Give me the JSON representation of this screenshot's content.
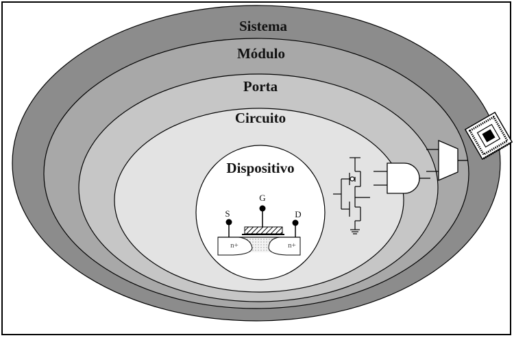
{
  "levels": {
    "system": "Sistema",
    "module": "Módulo",
    "gate": "Porta",
    "circuit": "Circuito",
    "device": "Dispositivo"
  },
  "terminals": {
    "source": "S",
    "gate": "G",
    "drain": "D"
  },
  "doping": {
    "left": "n+",
    "right": "n+"
  },
  "colors": {
    "system": "#8c8c8c",
    "module": "#a8a8a8",
    "gate": "#c6c6c6",
    "circuit": "#e3e3e3",
    "device": "#ffffff",
    "outline": "#000000"
  },
  "icons": [
    "transistor-icon",
    "cmos-inverter-icon",
    "and-gate-icon",
    "multiplexer-icon",
    "chip-icon"
  ]
}
